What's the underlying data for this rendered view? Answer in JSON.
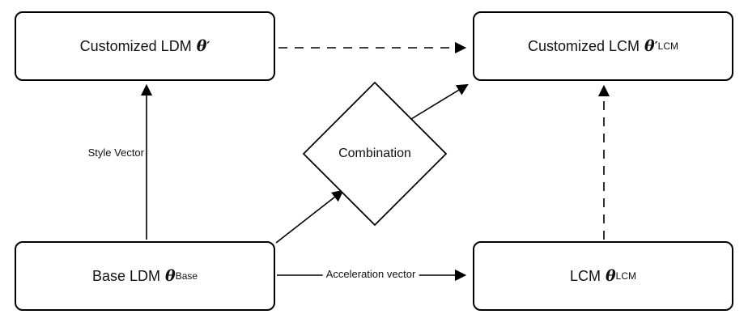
{
  "diagram": {
    "nodes": {
      "customized_ldm": {
        "text": "Customized LDM",
        "symbol": "θ",
        "prime": "′",
        "subscript": ""
      },
      "customized_lcm": {
        "text": "Customized LCM",
        "symbol": "θ",
        "prime": "′",
        "subscript": "LCM"
      },
      "base_ldm": {
        "text": "Base LDM",
        "symbol": "θ",
        "prime": "",
        "subscript": "Base"
      },
      "lcm": {
        "text": "LCM",
        "symbol": "θ",
        "prime": "",
        "subscript": "LCM"
      },
      "combination": {
        "label": "Combination"
      }
    },
    "edge_labels": {
      "style_vector": "Style Vector",
      "acceleration_vector": "Acceleration vector"
    },
    "colors": {
      "stroke": "#000000",
      "background": "#ffffff"
    }
  }
}
